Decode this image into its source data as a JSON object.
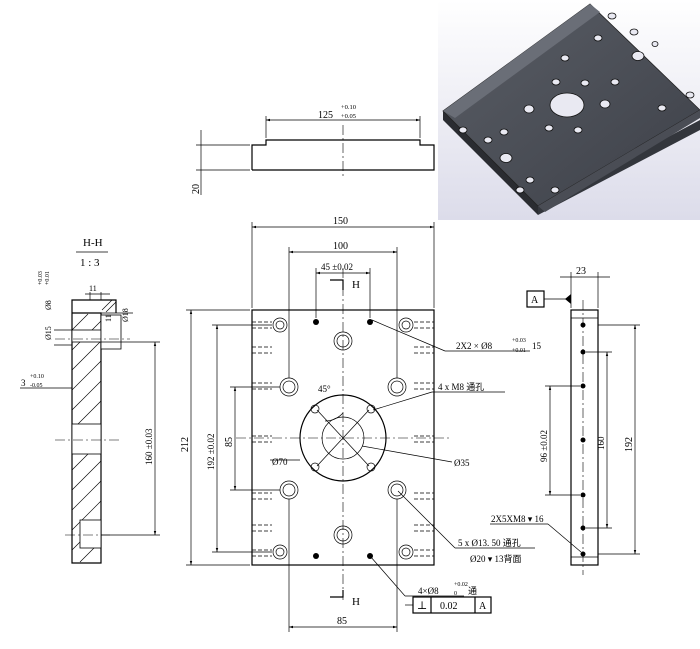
{
  "top_view": {
    "dim_width": "125",
    "dim_tol_upper": "+0.10",
    "dim_tol_lower": "+0.05",
    "dim_thickness": "20"
  },
  "section": {
    "title": "H-H",
    "scale": "1 : 3",
    "d15": "Ø15",
    "d8": "Ø8",
    "d8_tol_up": "+0.03",
    "d8_tol_lo": "+0.01",
    "d11": "11",
    "d18": "Ø18",
    "d3": "3",
    "d3_tol_up": "+0.10",
    "d3_tol_lo": "-0.05",
    "d160": "160 ±0.03"
  },
  "front": {
    "w150": "150",
    "w100": "100",
    "w45": "45 ±0.02",
    "h212": "212",
    "h192": "192 ±0.02",
    "h85": "85",
    "angle45": "45°",
    "d70": "Ø70",
    "d35": "Ø35",
    "w85": "85",
    "cut_label": "H",
    "note_pins": "2X2 × Ø8",
    "note_pins_tol_up": "+0.03",
    "note_pins_tol_lo": "+0.01",
    "note_pins_depth": "15",
    "note_m8": "4 x M8 通孔",
    "note_cb1": "5 x Ø13. 50 通孔",
    "note_cb2": "Ø20 ▾ 13背面",
    "note_bottom": "4×Ø8",
    "note_bottom_tol_up": "+0.02",
    "note_bottom_tol_lo": "0",
    "note_bottom_suffix": "通",
    "fcf_symbol": "⊥",
    "fcf_value": "0.02",
    "fcf_datum": "A"
  },
  "side_view": {
    "w23": "23",
    "datum": "A",
    "d96": "96 ±0.02",
    "d160": "160",
    "d192": "192",
    "note_m8": "2X5XM8 ▾ 16"
  },
  "iso_view": {
    "description_color": "#3a3d44"
  }
}
